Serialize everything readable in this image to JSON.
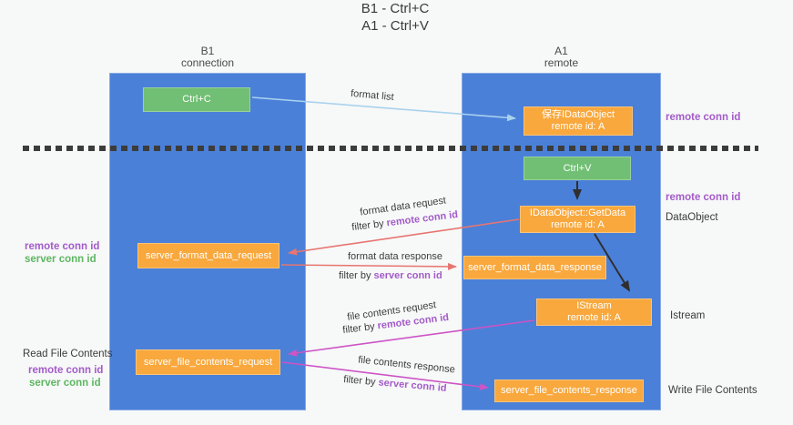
{
  "title": {
    "line1": "B1 - Ctrl+C",
    "line2": "A1 - Ctrl+V"
  },
  "lifelines": {
    "left": {
      "name": "B1",
      "role": "connection"
    },
    "right": {
      "name": "A1",
      "role": "remote"
    }
  },
  "boxes": {
    "ctrl_c": {
      "label": "Ctrl+C"
    },
    "save_idataobject": {
      "line1": "保存IDataObject",
      "line2": "remote id: A"
    },
    "ctrl_v": {
      "label": "Ctrl+V"
    },
    "getdata": {
      "line1": "IDataObject::GetData",
      "line2": "remote id: A"
    },
    "server_format_data_request": {
      "label": "server_format_data_request"
    },
    "server_format_data_response": {
      "label": "server_format_data_response"
    },
    "istream": {
      "line1": "IStream",
      "line2": "remote id: A"
    },
    "server_file_contents_request": {
      "label": "server_file_contents_request"
    },
    "server_file_contents_response": {
      "label": "server_file_contents_response"
    }
  },
  "arrow_labels": {
    "format_list": "format list",
    "format_data_request": "format data request",
    "format_data_response": "format data response",
    "file_contents_request": "file contents request",
    "file_contents_response": "file contents response",
    "filter_by": "filter by ",
    "remote_conn_id": "remote conn id",
    "server_conn_id": "server conn id"
  },
  "side_labels": {
    "remote_conn_id": "remote conn id",
    "server_conn_id": "server conn id",
    "dataobject": "DataObject",
    "istream": "Istream",
    "read_file_contents": "Read File Contents",
    "write_file_contents": "Write File Contents"
  },
  "colors": {
    "lifeline_blue": "#4a80d8",
    "box_green": "#71bf74",
    "box_orange": "#f8a83d",
    "arrow_light_blue": "#a9d2ee",
    "arrow_red": "#e77570",
    "arrow_magenta": "#cd54c5",
    "arrow_black": "#2f2f2f",
    "text_purple": "#a35bc9",
    "text_green": "#5db761"
  }
}
